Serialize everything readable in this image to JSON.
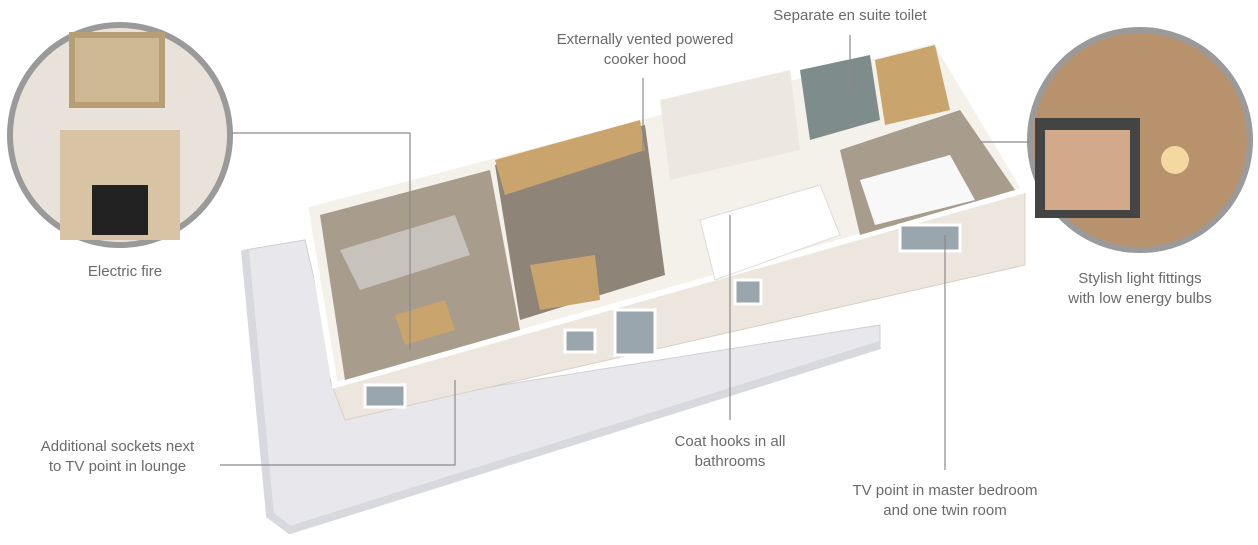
{
  "callouts": {
    "electric_fire": "Electric fire",
    "cooker_hood_line1": "Externally vented powered",
    "cooker_hood_line2": "cooker hood",
    "toilet": "Separate en suite toilet",
    "light_line1": "Stylish light fittings",
    "light_line2": "with low energy bulbs",
    "sockets_line1": "Additional sockets next",
    "sockets_line2": "to TV point in lounge",
    "coat_line1": "Coat hooks in all",
    "coat_line2": "bathrooms",
    "tv_line1": "TV point in master bedroom",
    "tv_line2": "and one twin room"
  },
  "colors": {
    "text": "#6a6a6a",
    "leader": "#8a8a8a",
    "circle_border": "#9a9a9a",
    "wood": "#c9a46c",
    "carpet": "#a89c8c",
    "wall": "#f2eeea"
  }
}
